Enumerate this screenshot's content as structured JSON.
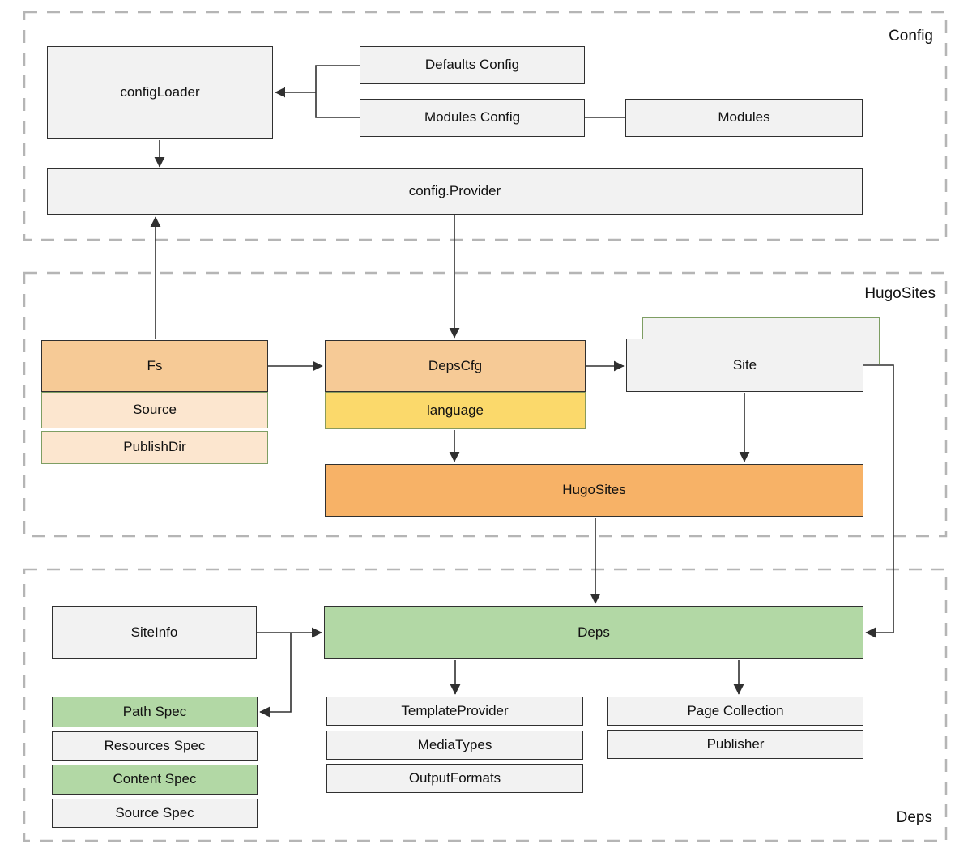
{
  "sections": {
    "config": {
      "label": "Config"
    },
    "hugosites": {
      "label": "HugoSites"
    },
    "deps": {
      "label": "Deps"
    }
  },
  "nodes": {
    "config_loader": {
      "label": "configLoader"
    },
    "defaults_config": {
      "label": "Defaults Config"
    },
    "modules_config": {
      "label": "Modules Config"
    },
    "modules": {
      "label": "Modules"
    },
    "config_provider": {
      "label": "config.Provider"
    },
    "fs": {
      "label": "Fs"
    },
    "source": {
      "label": "Source"
    },
    "publish_dir": {
      "label": "PublishDir"
    },
    "deps_cfg": {
      "label": "DepsCfg"
    },
    "language": {
      "label": "language"
    },
    "site": {
      "label": "Site"
    },
    "hugo_sites": {
      "label": "HugoSites"
    },
    "site_info": {
      "label": "SiteInfo"
    },
    "deps": {
      "label": "Deps"
    },
    "path_spec": {
      "label": "Path Spec"
    },
    "resources_spec": {
      "label": "Resources Spec"
    },
    "content_spec": {
      "label": "Content Spec"
    },
    "source_spec": {
      "label": "Source Spec"
    },
    "template_provider": {
      "label": "TemplateProvider"
    },
    "media_types": {
      "label": "MediaTypes"
    },
    "output_formats": {
      "label": "OutputFormats"
    },
    "page_collection": {
      "label": "Page Collection"
    },
    "publisher": {
      "label": "Publisher"
    }
  },
  "edges": [
    {
      "from": "defaults_config",
      "to": "config_loader",
      "arrow": true
    },
    {
      "from": "modules_config",
      "to": "config_loader",
      "arrow": true
    },
    {
      "from": "modules_config",
      "to": "modules",
      "arrow": false
    },
    {
      "from": "config_loader",
      "to": "config_provider",
      "arrow": true
    },
    {
      "from": "fs",
      "to": "config_provider",
      "arrow": true
    },
    {
      "from": "config_provider",
      "to": "deps_cfg",
      "arrow": true
    },
    {
      "from": "fs",
      "to": "deps_cfg",
      "arrow": true
    },
    {
      "from": "deps_cfg",
      "to": "site",
      "arrow": true
    },
    {
      "from": "language",
      "to": "hugo_sites",
      "arrow": true
    },
    {
      "from": "site",
      "to": "hugo_sites",
      "arrow": true
    },
    {
      "from": "site",
      "to": "deps",
      "arrow": true
    },
    {
      "from": "hugo_sites",
      "to": "deps",
      "arrow": true
    },
    {
      "from": "site_info",
      "to": "deps",
      "arrow": true
    },
    {
      "from": "site_info",
      "to": "path_spec",
      "arrow": true
    },
    {
      "from": "deps",
      "to": "template_provider",
      "arrow": true
    },
    {
      "from": "deps",
      "to": "page_collection",
      "arrow": true
    }
  ],
  "colors": {
    "node_gray_fill": "#f2f2f2",
    "orange_header": "#f6ca96",
    "orange_strong": "#f7b267",
    "peach_light": "#fce6cf",
    "yellow": "#fbd96b",
    "green": "#b2d8a5",
    "green_border": "#7e9e63",
    "dark_border": "#303030",
    "frame_border": "#b5b5b5",
    "text": "#111111"
  }
}
